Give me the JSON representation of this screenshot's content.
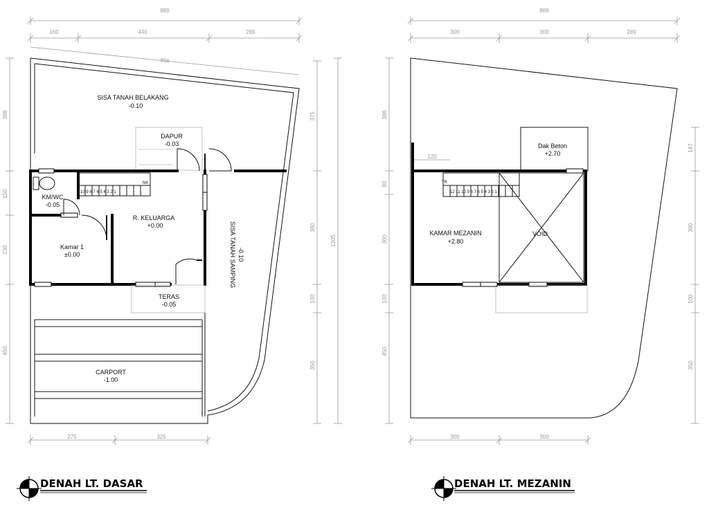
{
  "ground_floor": {
    "title": "DENAH LT. DASAR",
    "dims_top": {
      "total": "889",
      "a": "160",
      "b": "440",
      "c": "289"
    },
    "dim_diag": "896",
    "dims_left": {
      "a": "386",
      "b": "150",
      "c": "230",
      "d": "450"
    },
    "dims_right": {
      "a": "375",
      "b": "380",
      "c": "100",
      "d": "350",
      "total": "1205"
    },
    "dims_bottom": {
      "a": "275",
      "b": "325"
    },
    "rooms": {
      "sisa_belakang": {
        "name": "SISA TANAH BELAKANG",
        "level": "-0.10"
      },
      "dapur": {
        "name": "DAPUR",
        "level": "-0.03"
      },
      "kmwc": {
        "name": "KM/WC",
        "level": "-0.05"
      },
      "keluarga": {
        "name": "R. KELUARGA",
        "level": "+0.00"
      },
      "kamar1": {
        "name": "Kamar 1",
        "level": "±0.00"
      },
      "teras": {
        "name": "TERAS",
        "level": "-0.05"
      },
      "carport": {
        "name": "CARPORT",
        "level": "-1.00"
      },
      "samping": {
        "name": "SISA TANAH SAMPING",
        "level": "-0.10"
      }
    },
    "stair_label": "NK",
    "stair_steps": [
      "10",
      "9",
      "8",
      "7",
      "6",
      "5",
      "4",
      "3",
      "2",
      "1"
    ]
  },
  "mezzanine": {
    "title": "DENAH LT. MEZANIN",
    "dims_top": {
      "total": "889",
      "a": "300",
      "b": "300",
      "c": "289"
    },
    "dims_left": {
      "a": "386",
      "b": "80",
      "c": "300",
      "d": "100",
      "e": "450"
    },
    "dims_right": {
      "a": "147",
      "b": "380",
      "c": "100",
      "d": "350"
    },
    "dims_bottom": {
      "a": "300",
      "b": "300"
    },
    "dim_small": "120",
    "rooms": {
      "dak": {
        "name": "Dak Beton",
        "level": "+2.70"
      },
      "mezanin": {
        "name": "KAMAR MEZANIN",
        "level": "+2.80"
      },
      "void": {
        "name": "VOID"
      }
    },
    "stair_label": "TR",
    "stair_steps": [
      "12",
      "11",
      "10",
      "9",
      "8",
      "7",
      "6",
      "5",
      "4",
      "3",
      "2",
      "1"
    ]
  }
}
